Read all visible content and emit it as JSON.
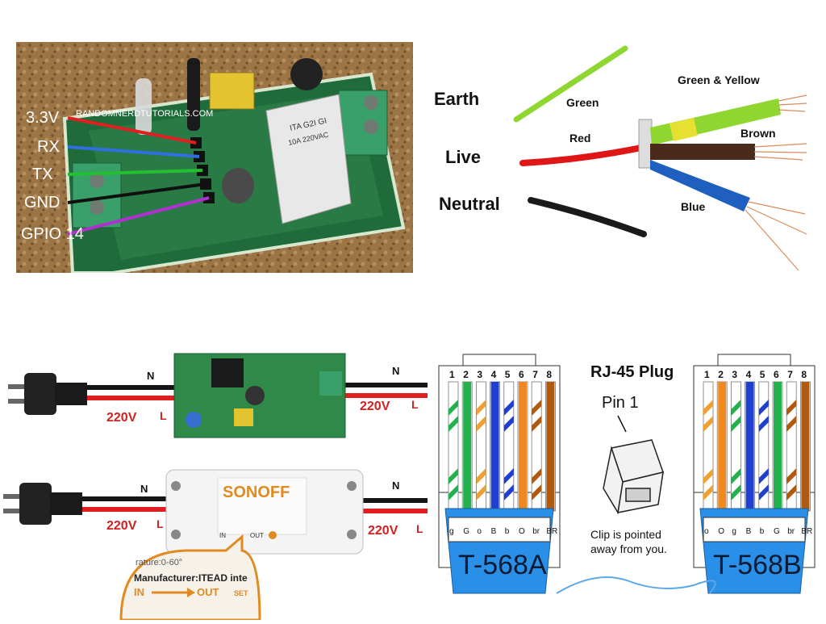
{
  "sonoff_pins": {
    "watermark": "RANDOMNERDTUTORIALS.COM",
    "labels": [
      "3.3V",
      "RX",
      "TX",
      "GND",
      "GPIO 14"
    ],
    "wire_colors": [
      "#e02020",
      "#2f6fe0",
      "#22c030",
      "#101010",
      "#b030d0"
    ],
    "relay_text": [
      "ITA G2I GI",
      "10A 220VAC"
    ]
  },
  "mains_wiring": {
    "left_labels": [
      "Earth",
      "Live",
      "Neutral"
    ],
    "wire_labels": [
      "Green",
      "Red",
      "Green & Yellow",
      "Brown",
      "Blue"
    ],
    "colors": {
      "earth": "#8fd631",
      "live": "#e01515",
      "neutral": "#1a1a1a",
      "brown": "#4a2a1a",
      "blue": "#1f5fc0",
      "copper": "#d98c5a"
    }
  },
  "relay_connection": {
    "wire_labels_top": [
      "N",
      "N"
    ],
    "wire_labels_bottom": [
      "220V",
      "L",
      "220V",
      "L"
    ],
    "brand": "SONOFF",
    "case_labels": [
      "IN",
      "OUT"
    ],
    "zoom_lines": [
      "rature:0-60°",
      "Manufacturer:ITEAD inte",
      "IN",
      "OUT",
      "SET"
    ],
    "colors": {
      "live": "#e02020",
      "neutral": "#151515",
      "board": "#2f8a4a"
    }
  },
  "rj45": {
    "title": "RJ-45 Plug",
    "pin_label": "Pin 1",
    "clip_note": [
      "Clip is pointed",
      "away from you."
    ],
    "pin_numbers": [
      "1",
      "2",
      "3",
      "4",
      "5",
      "6",
      "7",
      "8"
    ],
    "standard_a": {
      "name": "T-568A",
      "codes": [
        "g",
        "G",
        "o",
        "B",
        "b",
        "O",
        "br",
        "BR"
      ],
      "stripes": [
        "#22b14c",
        "#22b14c",
        "#f0a030",
        "#1f3fd0",
        "#1f3fd0",
        "#f08a20",
        "#b05a10",
        "#b05a10"
      ],
      "striped": [
        true,
        false,
        true,
        false,
        true,
        false,
        true,
        false
      ]
    },
    "standard_b": {
      "name": "T-568B",
      "codes": [
        "o",
        "O",
        "g",
        "B",
        "b",
        "G",
        "br",
        "BR"
      ],
      "stripes": [
        "#f0a030",
        "#f08a20",
        "#22b14c",
        "#1f3fd0",
        "#1f3fd0",
        "#22b14c",
        "#b05a10",
        "#b05a10"
      ],
      "striped": [
        true,
        false,
        true,
        false,
        true,
        false,
        true,
        false
      ]
    },
    "plug_color": "#2a8fe6"
  }
}
